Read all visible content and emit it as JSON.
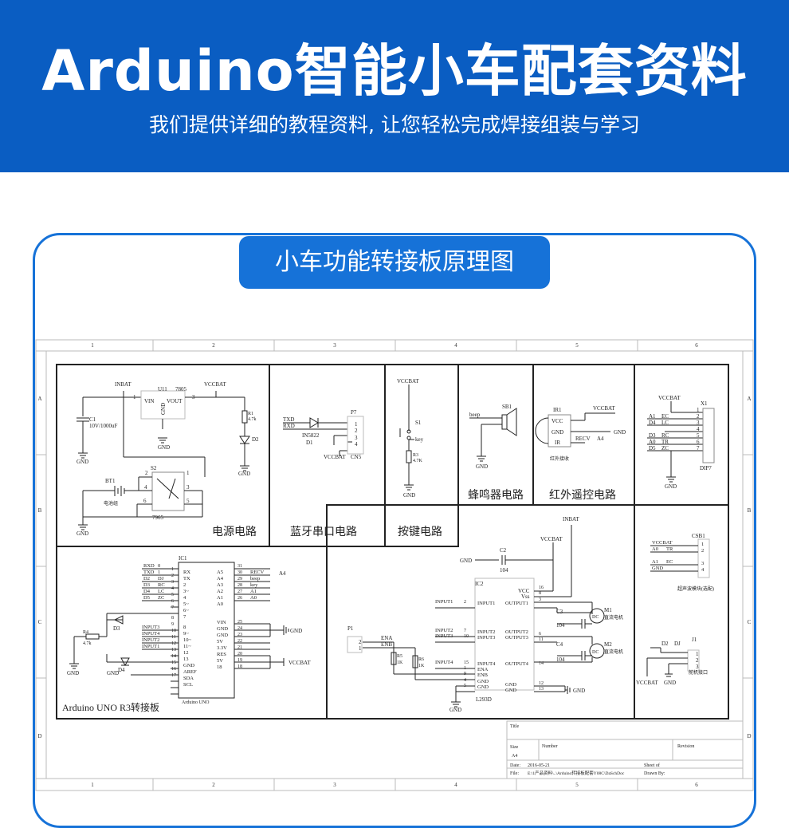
{
  "banner": {
    "title": "Arduino智能小车配套资料",
    "subtitle": "我们提供详细的教程资料, 让您轻松完成焊接组装与学习"
  },
  "card": {
    "tag": "小车功能转接板原理图"
  },
  "frame": {
    "cols": [
      "1",
      "2",
      "3",
      "4",
      "5",
      "6"
    ],
    "rows": [
      "A",
      "B",
      "C",
      "D"
    ]
  },
  "blocks": {
    "power": "电源电路",
    "bluetooth": "蓝牙串口电路",
    "key": "按键电路",
    "buzzer": "蜂鸣器电路",
    "ir": "红外遥控电路",
    "uno": "Arduino UNO R3转接板"
  },
  "power_parts": {
    "inbat": "INBAT",
    "vccbat": "VCCBAT",
    "u1": "U11",
    "u1_type": "7805",
    "vin": "VIN",
    "vout": "VOUT",
    "gnd": "GND",
    "c1": "C1",
    "c1_val": "10V/1000uF",
    "r1": "R1",
    "r1_val": "4.7k",
    "d2": "D2",
    "s2": "S2",
    "s2_type": "7965",
    "bt1": "BT1",
    "bt1_label": "电池组",
    "pin1": "1",
    "pin2": "2",
    "pin3": "3",
    "pin4": "4",
    "pin5": "5",
    "pin6": "6"
  },
  "bt_parts": {
    "txd": "TXD",
    "rxd": "RXD",
    "p7": "P7",
    "d1_type": "IN5822",
    "d1": "D1",
    "vccbat": "VCCBAT",
    "cn5": "CN5",
    "pins": [
      "1",
      "2",
      "3",
      "4"
    ]
  },
  "key_parts": {
    "vccbat": "VCCBAT",
    "s1": "S1",
    "key": "key",
    "r3": "R3",
    "r3_val": "4.7K",
    "gnd": "GND"
  },
  "buzzer_parts": {
    "beep": "beep",
    "sb1": "SB1",
    "gnd": "GND"
  },
  "ir_parts": {
    "ir1": "IR1",
    "vccbat": "VCCBAT",
    "vcc": "VCC",
    "gnd": "GND",
    "ir": "IR",
    "recv": "RECV",
    "a4": "A4",
    "gnd_tag": "GND",
    "label": "红外接收"
  },
  "dip_parts": {
    "vccbat": "VCCBAT",
    "x1": "X1",
    "rows": [
      {
        "a": "A1",
        "b": "EC",
        "n": "2"
      },
      {
        "a": "D4",
        "b": "LC",
        "n": "3"
      },
      {
        "a": "",
        "b": "",
        "n": "4"
      },
      {
        "a": "D3",
        "b": "RC",
        "n": "5"
      },
      {
        "a": "A0",
        "b": "TR",
        "n": "6"
      },
      {
        "a": "D5",
        "b": "ZC",
        "n": "7"
      }
    ],
    "pin1": "1",
    "gnd": "GND",
    "dip7": "DIP7"
  },
  "uno_parts": {
    "ic1": "IC1",
    "left_nets": [
      "RXD",
      "TXD",
      "D2",
      "D3",
      "D4",
      "D5"
    ],
    "left_net_tags": [
      "0",
      "1",
      "DJ",
      "RC",
      "LC",
      "ZC"
    ],
    "left_pins": [
      "RX",
      "TX",
      "2",
      "3~",
      "4",
      "5~",
      "6~",
      "7",
      "8",
      "9~",
      "10~",
      "11~",
      "12",
      "13",
      "GND",
      "AREF",
      "SDA",
      "SCL"
    ],
    "left_nums": [
      "1",
      "2",
      "3",
      "4",
      "5",
      "6",
      "7",
      "8",
      "9",
      "10",
      "11",
      "12",
      "13",
      "14",
      "15",
      "16",
      "17"
    ],
    "right_nums": [
      "31",
      "30",
      "29",
      "28",
      "27",
      "26",
      "25",
      "24",
      "23",
      "22",
      "21",
      "20",
      "19",
      "18"
    ],
    "right_pins": [
      "A5",
      "A4",
      "A3",
      "A2",
      "A1",
      "A0",
      "VIN",
      "GND",
      "GND",
      "5V",
      "3.3V",
      "RES",
      "5V",
      "18"
    ],
    "right_nets": [
      "RECV",
      "beep",
      "key",
      "A1",
      "A0"
    ],
    "a4": "A4",
    "inputs": [
      "INPUT3",
      "INPUT4",
      "INPUT2",
      "INPUT1"
    ],
    "r4": "R4",
    "r4_val": "4.7k",
    "d3": "D3",
    "d4": "D4",
    "gnd": "GND",
    "gnd_tag": "GND",
    "vccbat_tag": "VCCBAT",
    "chip": "Arduino UNO"
  },
  "driver_parts": {
    "inbat": "INBAT",
    "vccbat": "VCCBAT",
    "c2": "C2",
    "c2_val": "104",
    "gnd_tag": "GND",
    "ic2": "IC2",
    "vcc": "VCC",
    "vss": "Vss",
    "pins_left": [
      "INPUT1",
      "INPUT2",
      "INPUT3",
      "INPUT4",
      "ENA",
      "ENB",
      "GND",
      "GND"
    ],
    "pins_right": [
      "OUTPUT1",
      "OUTPUT2",
      "OUTPUT3",
      "OUTPUT4",
      "GND",
      "GND"
    ],
    "nets_left": [
      "INPUT1",
      "INPUT2",
      "INPUT3",
      "INPUT4"
    ],
    "nums_left": [
      "2",
      "7",
      "10",
      "15",
      "1",
      "9",
      "4",
      "5"
    ],
    "nums_right": [
      "16",
      "8",
      "3",
      "6",
      "11",
      "14",
      "12",
      "13"
    ],
    "c3": "C3",
    "c3_val": "104",
    "c4": "C4",
    "c4_val": "104",
    "m1": "M1",
    "m2": "M2",
    "dc": "DC",
    "motor_label": "直流电机",
    "p1": "P1",
    "p1_pins": [
      "2",
      "1"
    ],
    "ena": "ENA",
    "enb": "ENB",
    "r5": "R5",
    "r6": "R6",
    "r_val": "1K",
    "chip": "L293D",
    "gnd": "GND",
    "gnd_out_tag": "GND"
  },
  "ultra_parts": {
    "csb1": "CSB1",
    "rows": [
      {
        "a": "VCCBAT",
        "b": "",
        "n": "1"
      },
      {
        "a": "A0",
        "b": "TR",
        "n": "2"
      },
      {
        "a": "A1",
        "b": "EC",
        "n": "3"
      },
      {
        "a": "GND",
        "b": "",
        "n": "4"
      }
    ],
    "label": "超声波模块(选配)",
    "j1": "J1",
    "d2": "D2",
    "dj": "DJ",
    "j_pins": [
      "1",
      "2",
      "3"
    ],
    "vccbat": "VCCBAT",
    "gnd": "GND",
    "servo": "舵机接口"
  },
  "titleblock": {
    "title": "Title",
    "size": "Size",
    "size_val": "A4",
    "number": "Number",
    "revision": "Revision",
    "date": "Date:",
    "date_val": "2016-05-21",
    "sheet": "Sheet    of",
    "file": "File:",
    "file_val": "E:\\1产品资料\\..\\Arduino转接板配套Y08C\\DaSchDoc",
    "drawn": "Drawn By:"
  }
}
